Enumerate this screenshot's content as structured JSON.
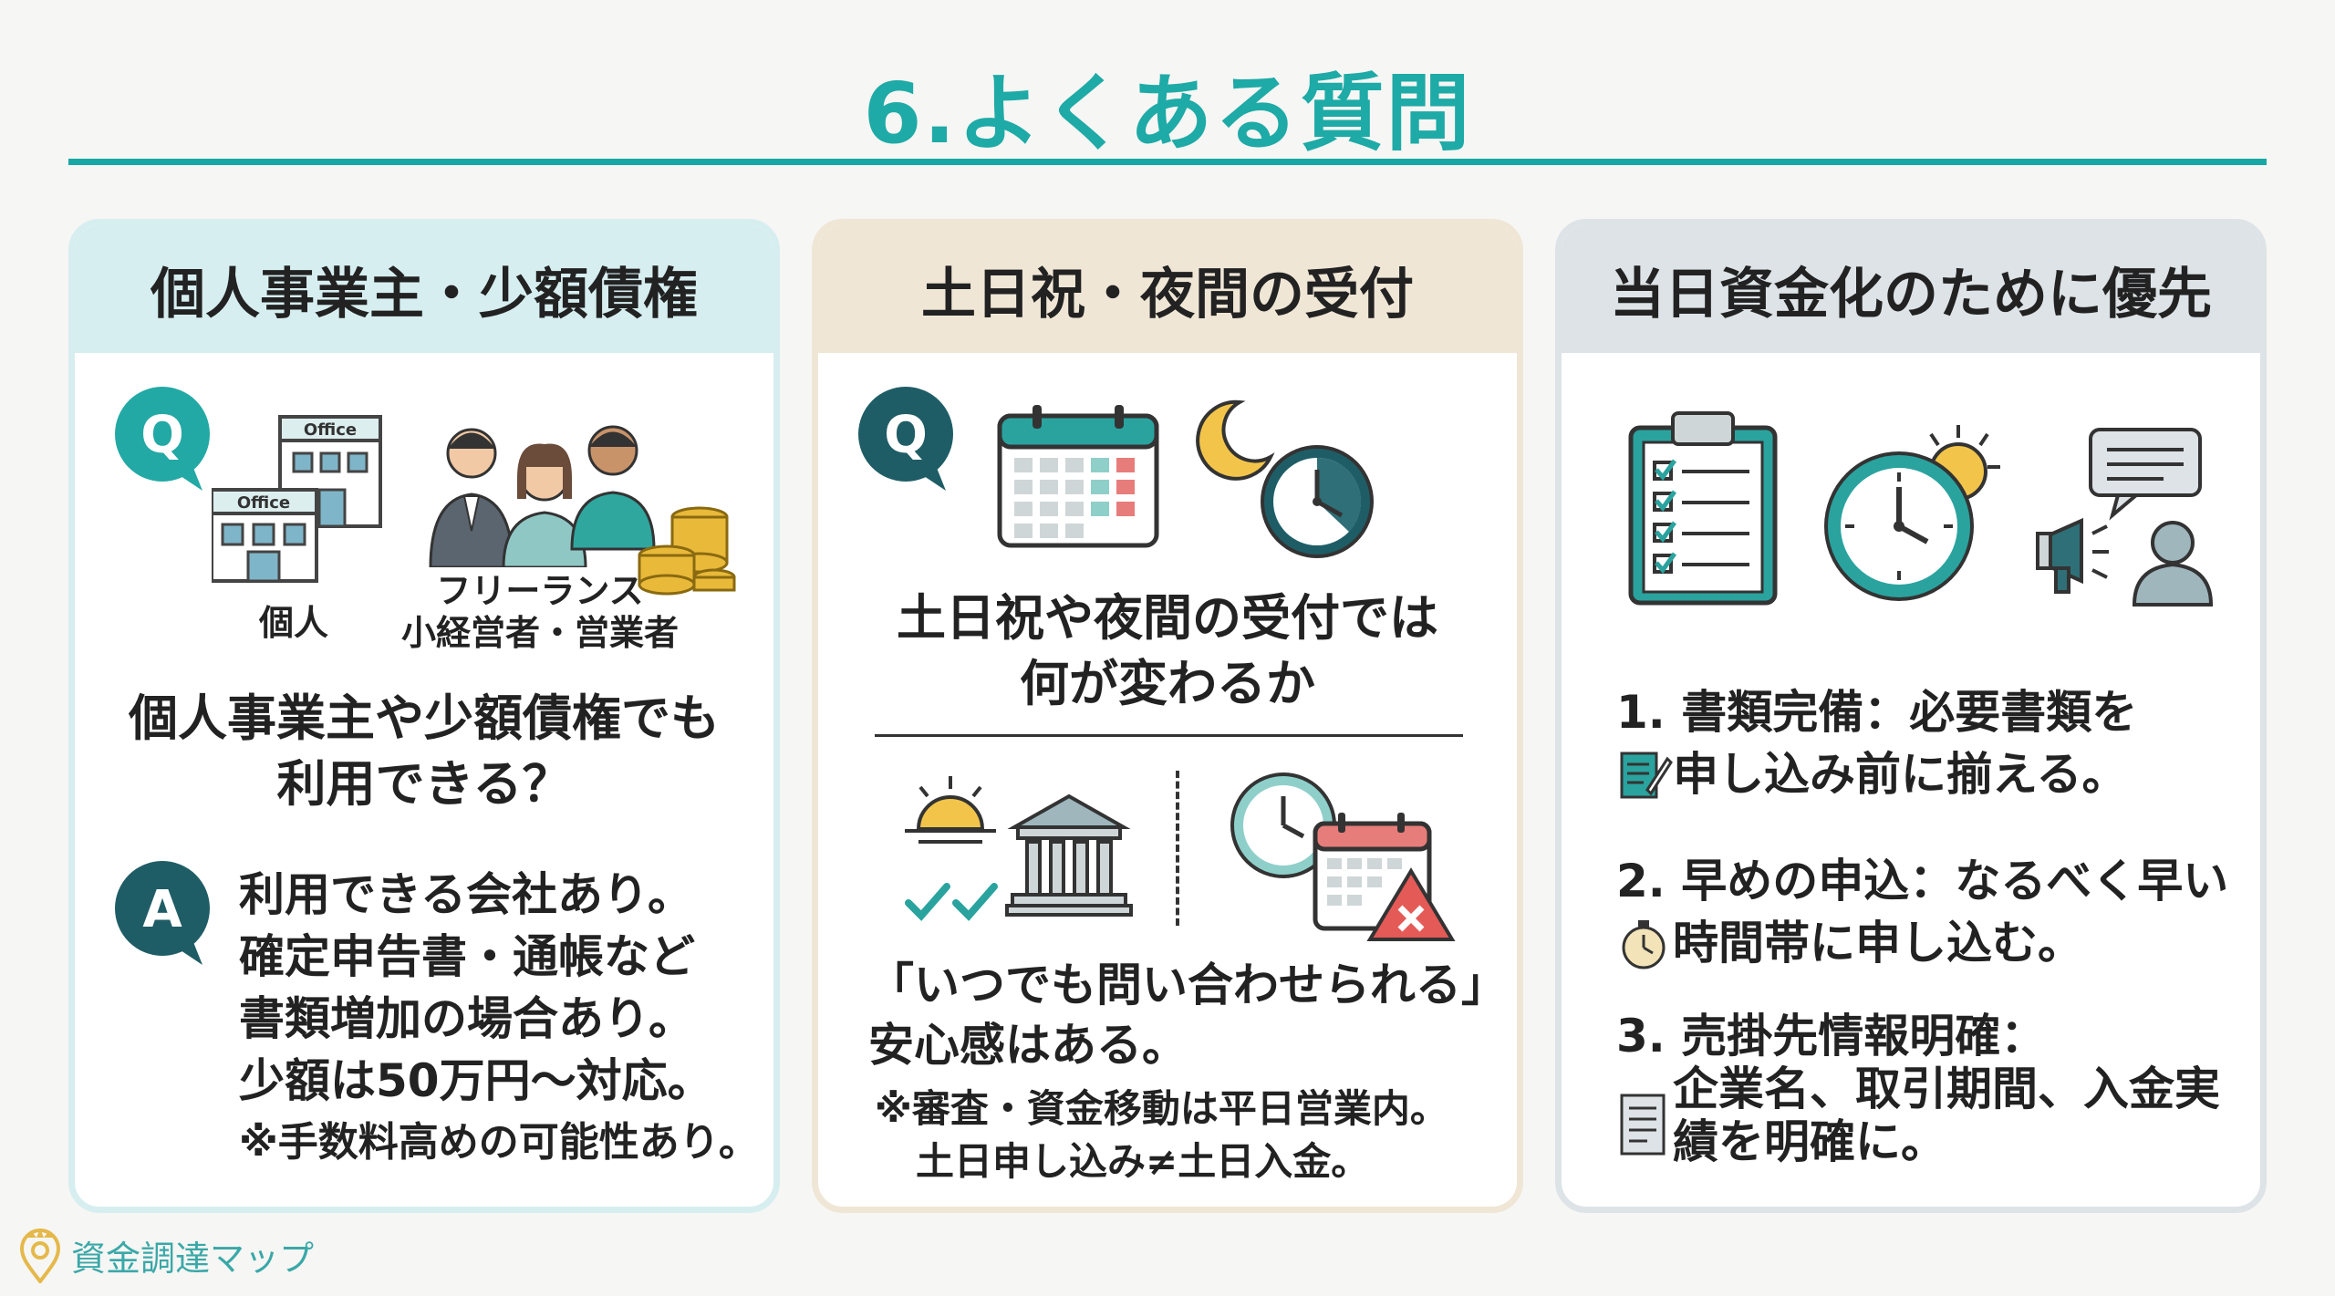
{
  "title": "6.よくある質問",
  "colors": {
    "accent": "#1eaaa6",
    "dark_teal": "#1f5d66",
    "panel1": "#d7eef0",
    "panel2": "#efe6d6",
    "panel3": "#dde3e6"
  },
  "card1": {
    "header": "個人事業主・少額債権",
    "q_mark": "Q",
    "office_label": "Office",
    "label_individual": "個人",
    "label_freelance_1": "フリーランス",
    "label_freelance_2": "小経営者・営業者",
    "question_1": "個人事業主や少額債権でも",
    "question_2": "利用できる？",
    "a_mark": "A",
    "answer_1": "利用できる会社あり。",
    "answer_2": "確定申告書・通帳など",
    "answer_3": "書類増加の場合あり。",
    "answer_4": "少額は50万円〜対応。",
    "answer_5": "※手数料高めの可能性あり。"
  },
  "card2": {
    "header": "土日祝・夜間の受付",
    "q_mark": "Q",
    "question_1": "土日祝や夜間の受付では",
    "question_2": "何が変わるか",
    "answer_1": "「いつでも問い合わせられる」",
    "answer_2": "安心感はある。",
    "note_1": "※審査・資金移動は平日営業内。",
    "note_2": "土日申し込み≠土日入金。"
  },
  "card3": {
    "header": "当日資金化のために優先",
    "item1_1": "1. 書類完備：必要書類を",
    "item1_2": "申し込み前に揃える。",
    "item2_1": "2. 早めの申込：なるべく早い",
    "item2_2": "時間帯に申し込む。",
    "item3_1": "3. 売掛先情報明確：",
    "item3_2": "企業名、取引期間、入金実",
    "item3_3": "績を明確に。"
  },
  "footer": {
    "brand": "資金調達マップ"
  }
}
